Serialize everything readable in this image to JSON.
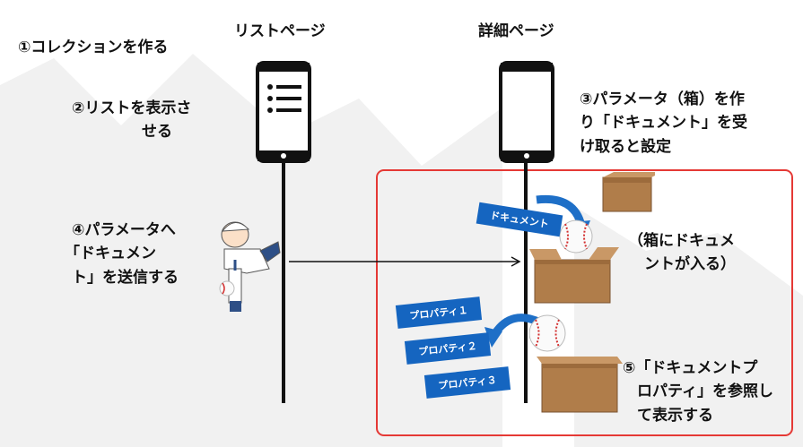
{
  "headers": {
    "list_page": "リストページ",
    "detail_page": "詳細ページ"
  },
  "steps": {
    "step1": "①コレクションを作る",
    "step2_line1": "②リストを表示さ",
    "step2_line2": "せる",
    "step3_line1": "③パラメータ（箱）を作",
    "step3_line2": "り「ドキュメント」を受",
    "step3_line3": "け取ると設定",
    "step4_line1": "④パラメータへ",
    "step4_line2": "「ドキュメン",
    "step4_line3": "ト」を送信する",
    "step5_line1": "⑤「ドキュメントプ",
    "step5_line2": "ロパティ」を参照し",
    "step5_line3": "て表示する"
  },
  "note": {
    "line1": "（箱にドキュメ",
    "line2": "ントが入る）"
  },
  "tags": {
    "document": "ドキュメント",
    "property1": "プロパティ１",
    "property2": "プロパティ２",
    "property3": "プロパティ３"
  },
  "icons": [
    "list-phone-icon",
    "detail-phone-icon",
    "baseball-pitcher-icon",
    "baseball-icon",
    "cardboard-box-icon",
    "curved-arrow-icon"
  ],
  "colors": {
    "highlight_border": "#e53935",
    "tag_blue": "#1565c0",
    "arrow_blue": "#1e6fc7",
    "box_brown": "#b07d4a"
  }
}
